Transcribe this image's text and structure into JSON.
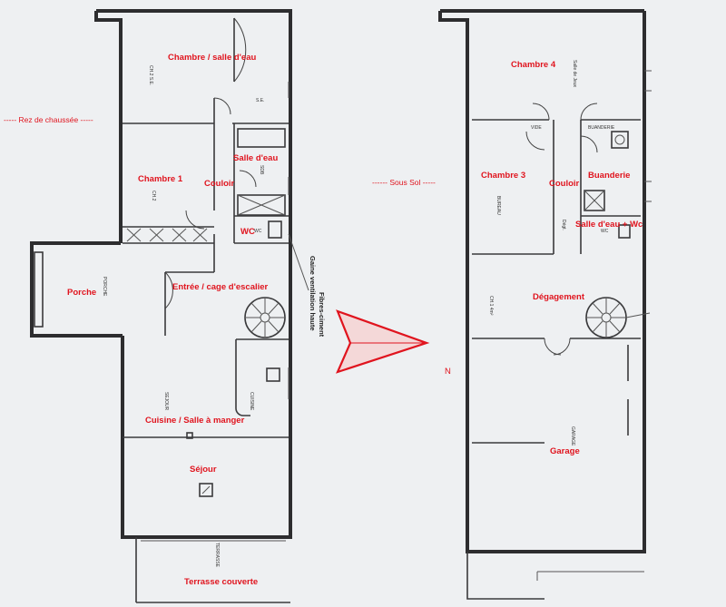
{
  "floors": {
    "ground": {
      "label": "----- Rez de chaussée -----",
      "rooms": {
        "chambre_salle_eau": "Chambre / salle d'eau",
        "chambre1": "Chambre 1",
        "couloir": "Couloir",
        "salle_eau": "Salle d'eau",
        "wc": "WC",
        "porche": "Porche",
        "entree": "Entrée / cage d'escalier",
        "cuisine_salle": "Cuisine / Salle à manger",
        "sejour": "Séjour",
        "terrasse": "Terrasse couverte"
      },
      "plan_texts": {
        "ch_se": "CH.2 S.E.",
        "se": "S.E.",
        "ch2": "CH.2",
        "sdb": "SDB",
        "wc_small": "WC",
        "porche_v": "PORCHE",
        "sejour_v": "SEJOUR",
        "cuisine_v": "CUISINE",
        "terrasse_v": "TERRASSE"
      }
    },
    "basement": {
      "label": "------ Sous Sol -----",
      "rooms": {
        "chambre4": "Chambre 4",
        "chambre3": "Chambre 3",
        "couloir": "Couloir",
        "buanderie": "Buanderie",
        "salle_eau_wc": "Salle d'eau + Wc",
        "degagement": "Dégagement",
        "garage": "Garage"
      },
      "plan_texts": {
        "salle_jeux": "Salle de Jeux",
        "bureau": "BUREAU",
        "dgt": "Dégt.",
        "ch_1": "CH.1 4m²",
        "garage_v": "GARAGE",
        "wc_small": "WC",
        "buanderie_small": "BUANDERIE",
        "vide": "VIDE"
      }
    }
  },
  "annotations": {
    "gaine_line1": "Gaine ventilation haute",
    "gaine_line2": "Fibres-ciment",
    "north": "N"
  },
  "colors": {
    "label_red": "#e0141e",
    "wall": "#2d2d2f",
    "paper": "#eef0f2"
  }
}
